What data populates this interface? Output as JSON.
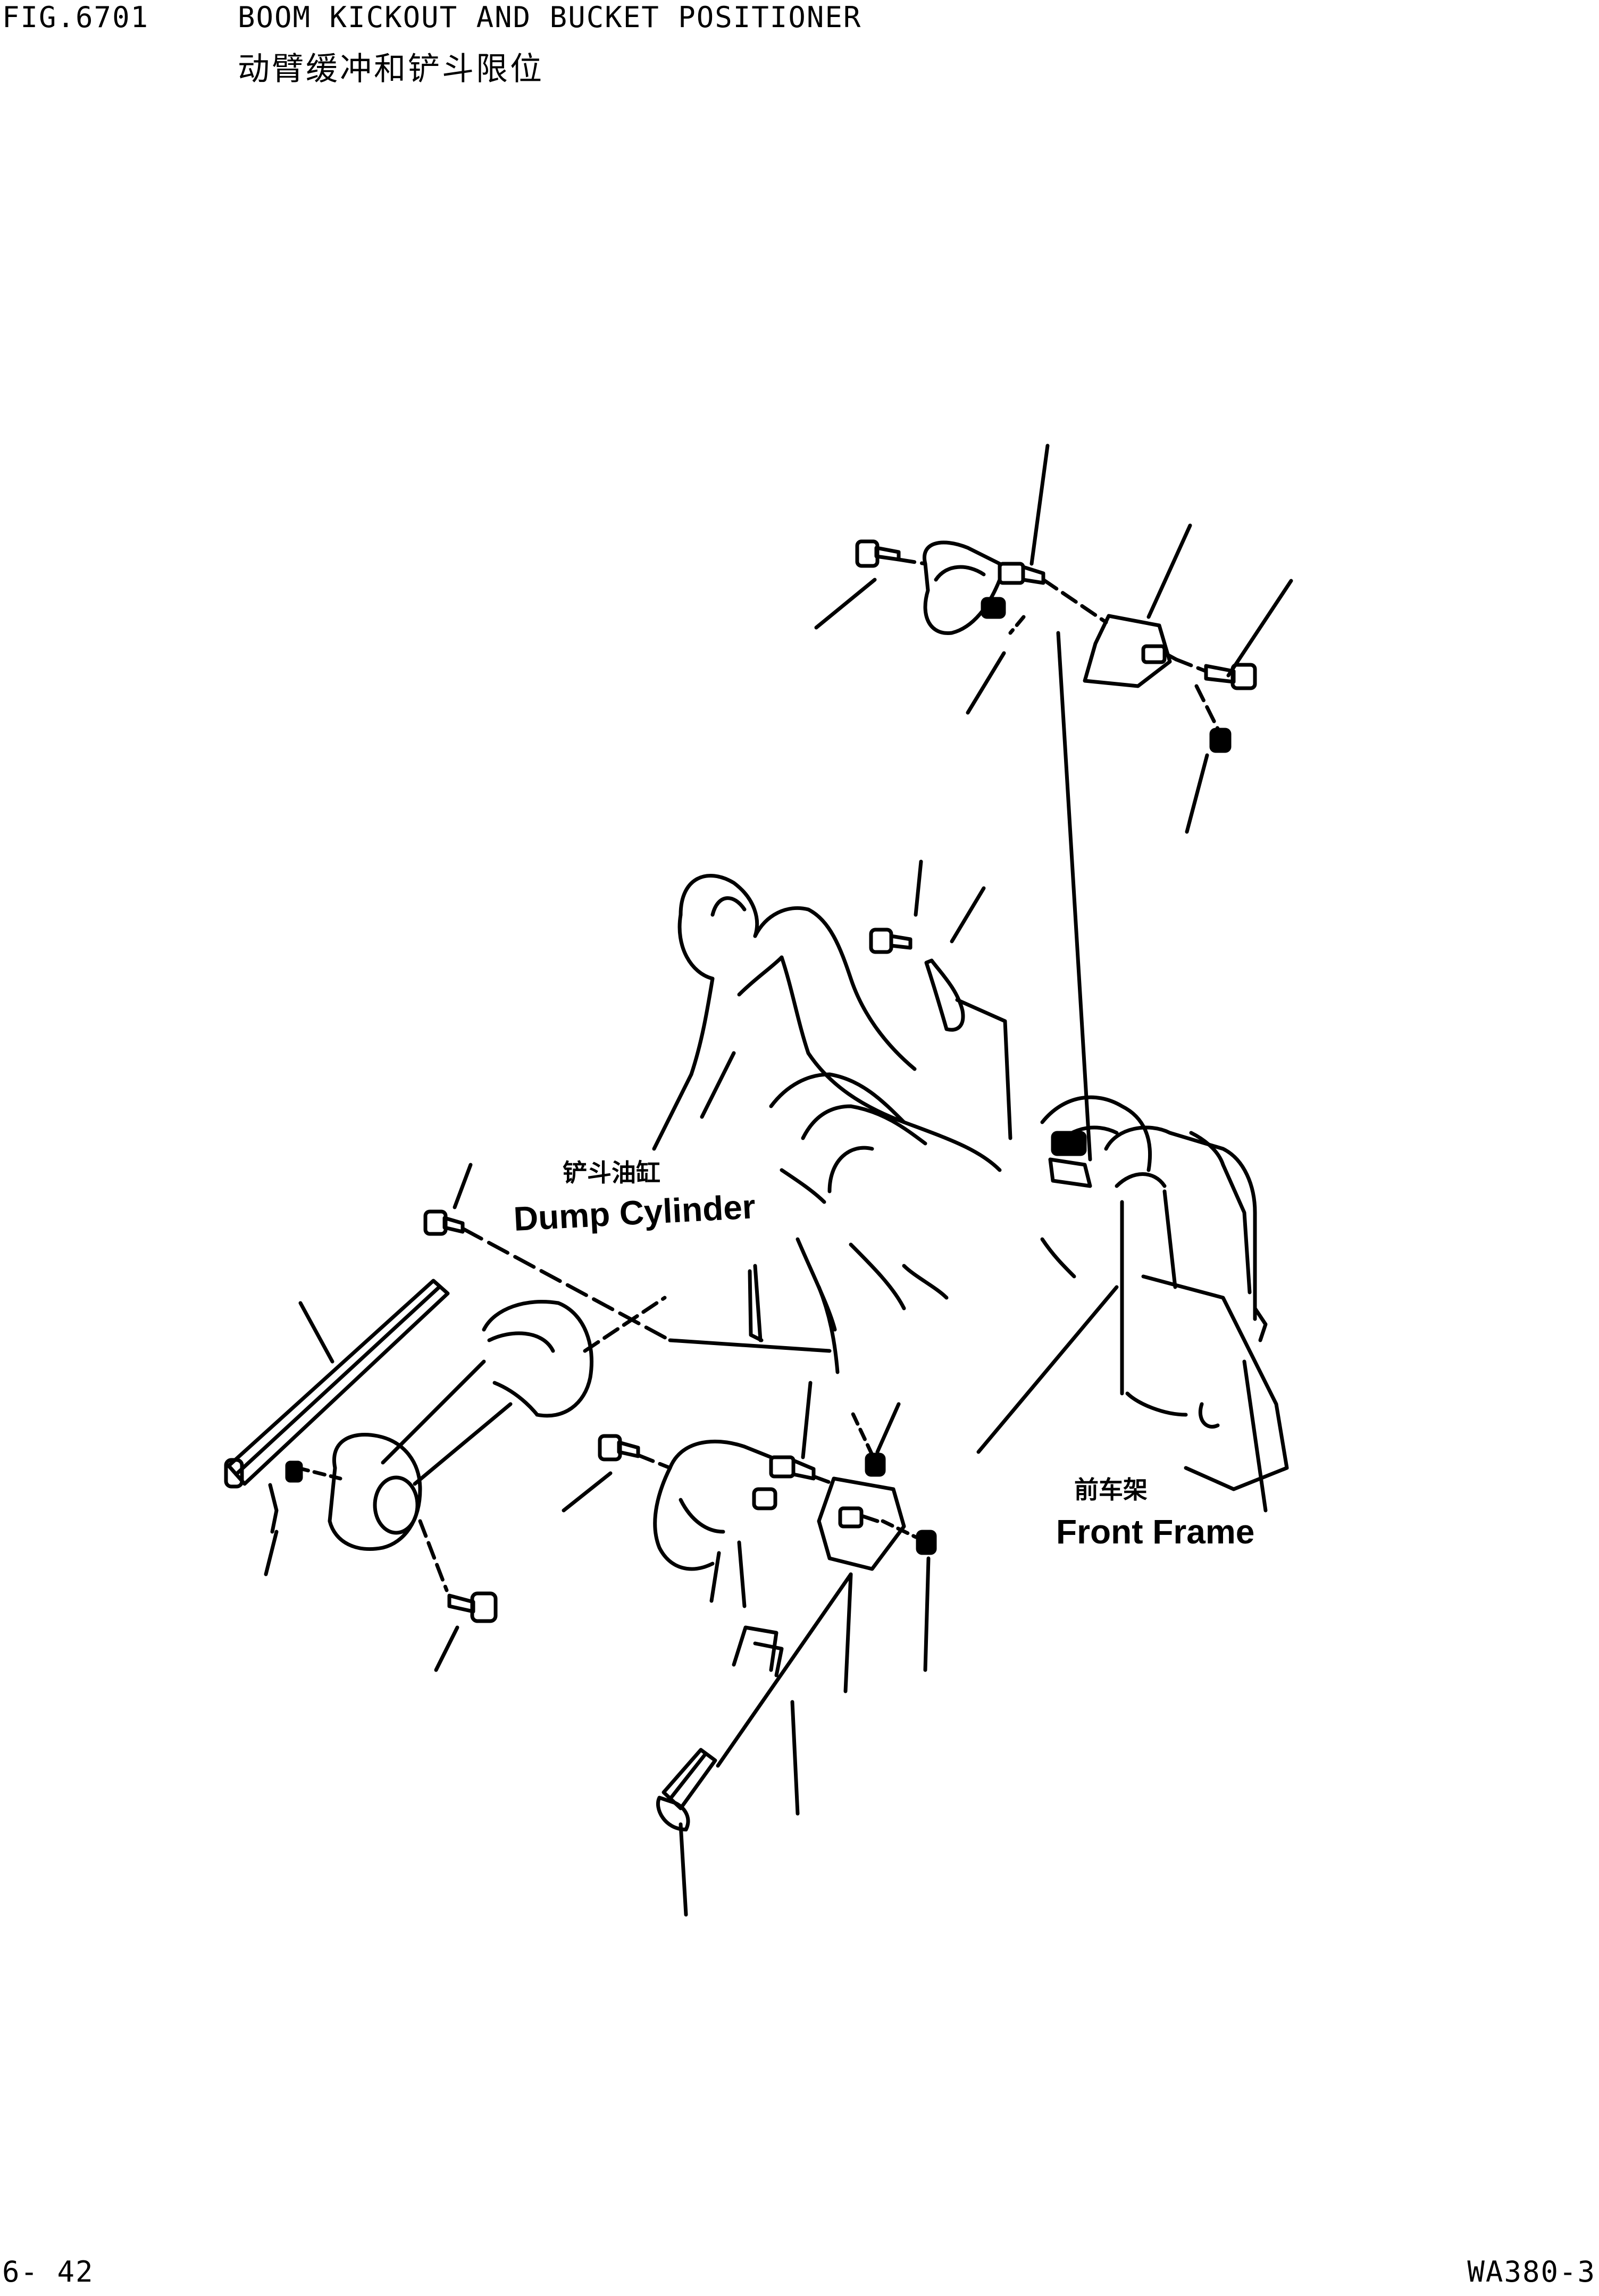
{
  "header": {
    "fig_number": "FIG.6701",
    "title_en": "BOOM KICKOUT AND BUCKET POSITIONER",
    "title_zh": "动臂缓冲和铲斗限位"
  },
  "labels": {
    "dump_cylinder_zh": "铲斗油缸",
    "dump_cylinder_en": "Dump Cylinder",
    "front_frame_zh": "前车架",
    "front_frame_en": "Front Frame"
  },
  "footer": {
    "page_number": "6- 42",
    "model_code": "WA380-3"
  }
}
